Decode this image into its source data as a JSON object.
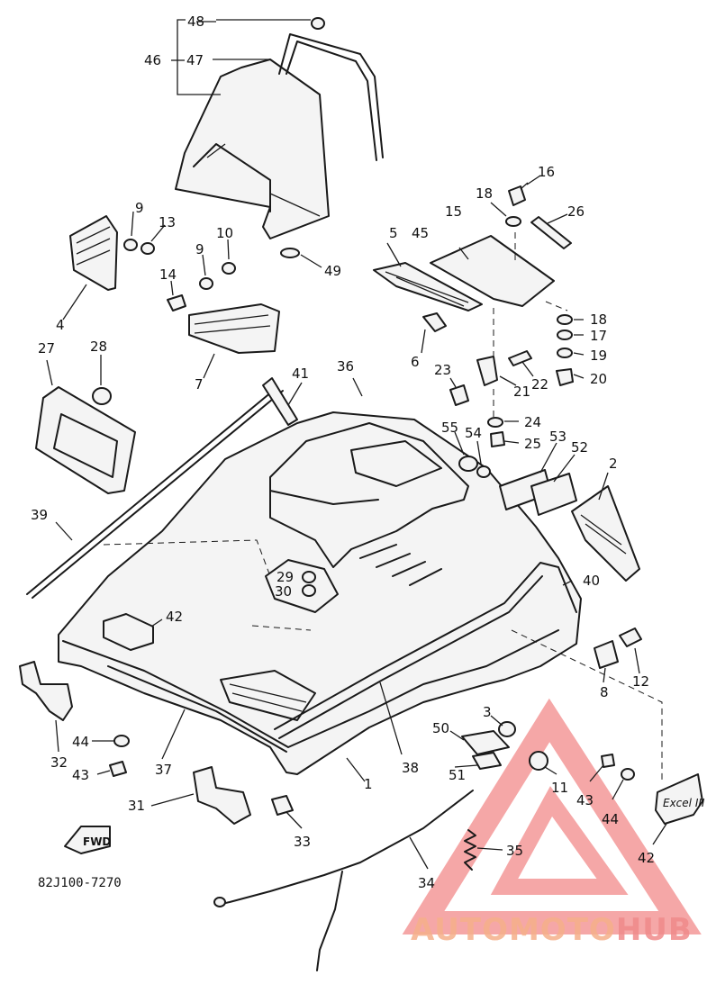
{
  "diagram": {
    "part_code": "82J100-7270",
    "fwd_label": "FWD",
    "emblem_text": "Excel III",
    "labels": [
      {
        "id": "48",
        "text": "48"
      },
      {
        "id": "46",
        "text": "46"
      },
      {
        "id": "47",
        "text": "47"
      },
      {
        "id": "16",
        "text": "16"
      },
      {
        "id": "18a",
        "text": "18"
      },
      {
        "id": "26",
        "text": "26"
      },
      {
        "id": "15",
        "text": "15"
      },
      {
        "id": "5",
        "text": "5"
      },
      {
        "id": "45",
        "text": "45"
      },
      {
        "id": "9a",
        "text": "9"
      },
      {
        "id": "13",
        "text": "13"
      },
      {
        "id": "9b",
        "text": "9"
      },
      {
        "id": "10",
        "text": "10"
      },
      {
        "id": "49",
        "text": "49"
      },
      {
        "id": "14",
        "text": "14"
      },
      {
        "id": "4",
        "text": "4"
      },
      {
        "id": "18b",
        "text": "18"
      },
      {
        "id": "17",
        "text": "17"
      },
      {
        "id": "19",
        "text": "19"
      },
      {
        "id": "20",
        "text": "20"
      },
      {
        "id": "6",
        "text": "6"
      },
      {
        "id": "7",
        "text": "7"
      },
      {
        "id": "27",
        "text": "27"
      },
      {
        "id": "28",
        "text": "28"
      },
      {
        "id": "41",
        "text": "41"
      },
      {
        "id": "36",
        "text": "36"
      },
      {
        "id": "23",
        "text": "23"
      },
      {
        "id": "21",
        "text": "21"
      },
      {
        "id": "22",
        "text": "22"
      },
      {
        "id": "24",
        "text": "24"
      },
      {
        "id": "55",
        "text": "55"
      },
      {
        "id": "54",
        "text": "54"
      },
      {
        "id": "25",
        "text": "25"
      },
      {
        "id": "53",
        "text": "53"
      },
      {
        "id": "52",
        "text": "52"
      },
      {
        "id": "2",
        "text": "2"
      },
      {
        "id": "39",
        "text": "39"
      },
      {
        "id": "40",
        "text": "40"
      },
      {
        "id": "29",
        "text": "29"
      },
      {
        "id": "30",
        "text": "30"
      },
      {
        "id": "42a",
        "text": "42"
      },
      {
        "id": "12",
        "text": "12"
      },
      {
        "id": "8",
        "text": "8"
      },
      {
        "id": "3",
        "text": "3"
      },
      {
        "id": "50",
        "text": "50"
      },
      {
        "id": "44a",
        "text": "44"
      },
      {
        "id": "32",
        "text": "32"
      },
      {
        "id": "37",
        "text": "37"
      },
      {
        "id": "38",
        "text": "38"
      },
      {
        "id": "43a",
        "text": "43"
      },
      {
        "id": "1",
        "text": "1"
      },
      {
        "id": "51",
        "text": "51"
      },
      {
        "id": "11",
        "text": "11"
      },
      {
        "id": "43b",
        "text": "43"
      },
      {
        "id": "44b",
        "text": "44"
      },
      {
        "id": "42b",
        "text": "42"
      },
      {
        "id": "31",
        "text": "31"
      },
      {
        "id": "33",
        "text": "33"
      },
      {
        "id": "35",
        "text": "35"
      },
      {
        "id": "34",
        "text": "34"
      }
    ]
  },
  "watermark": {
    "part1": "AUTOMOTO",
    "part2": "HUB",
    "color_light": "#f5b08a",
    "color_accent": "#f08a8a",
    "logo_color": "#f28a8a"
  }
}
